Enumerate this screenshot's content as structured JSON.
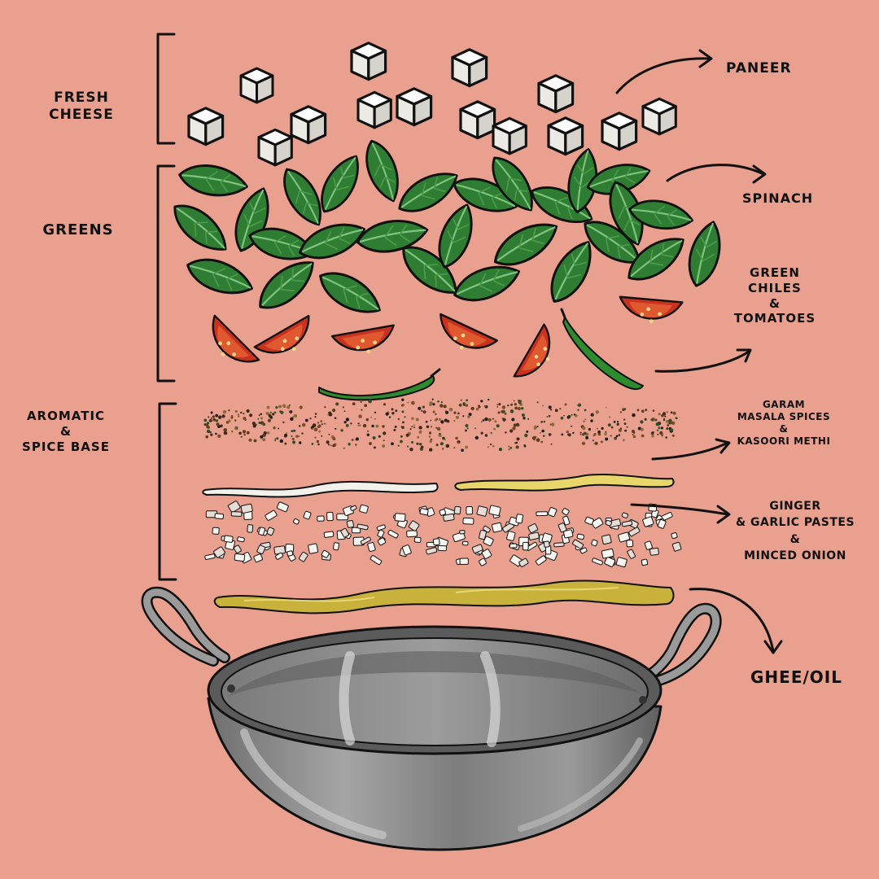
{
  "colors": {
    "background": "#E9A08E",
    "ink": "#111111",
    "paneer": "#F4F2EE",
    "spinach": "#2F7D32",
    "tomato": "#C8321F",
    "chile": "#2E8B2E",
    "cream": "#F3F1EC",
    "ghee": "#C9B23C",
    "pan": "#8C8C8C"
  },
  "groups": {
    "fresh_cheese": {
      "lines": [
        "Fresh",
        "Cheese"
      ]
    },
    "greens": {
      "lines": [
        "Greens"
      ]
    },
    "aromatic": {
      "lines": [
        "Aromatic",
        "&",
        "Spice Base"
      ]
    }
  },
  "ingredients": {
    "paneer": {
      "lines": [
        "Paneer"
      ],
      "icon": "paneer-cube-icon"
    },
    "spinach": {
      "lines": [
        "Spinach"
      ],
      "icon": "spinach-leaf-icon"
    },
    "chiles_tomatoes": {
      "lines": [
        "Green",
        "Chiles",
        "&",
        "Tomatoes"
      ],
      "icon": "tomato-slice-icon"
    },
    "garam_masala": {
      "lines": [
        "Garam",
        "Masala Spices",
        "&",
        "Kasoori Methi"
      ],
      "icon": "spice-seeds-icon"
    },
    "ginger_garlic": {
      "lines": [
        "Ginger",
        "& Garlic Pastes",
        "&",
        "Minced Onion"
      ],
      "icon": "paste-streak-icon"
    },
    "ghee": {
      "lines": [
        "Ghee/Oil"
      ],
      "icon": "ghee-streak-icon"
    }
  },
  "vessel": {
    "icon": "kadai-pan-icon"
  }
}
